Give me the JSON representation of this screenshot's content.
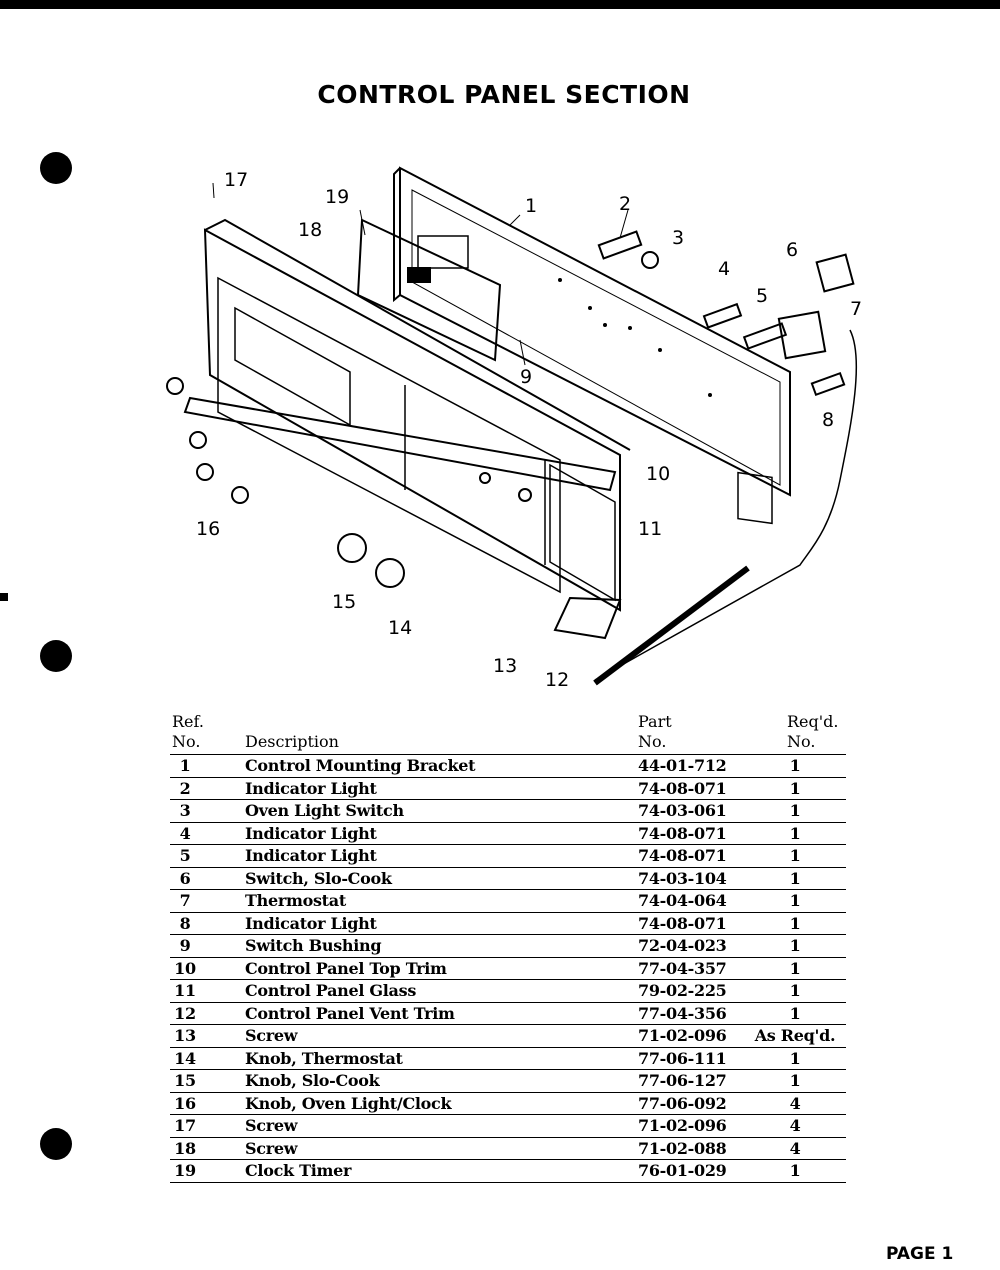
{
  "title": "CONTROL PANEL SECTION",
  "callouts": [
    "1",
    "2",
    "3",
    "4",
    "5",
    "6",
    "7",
    "8",
    "9",
    "10",
    "11",
    "12",
    "13",
    "14",
    "15",
    "16",
    "17",
    "18",
    "19"
  ],
  "table": {
    "headers": {
      "ref_line1": "Ref.",
      "ref_line2": "No.",
      "description": "Description",
      "part_line1": "Part",
      "part_line2": "No.",
      "qty_line1": "Req'd.",
      "qty_line2": "No."
    },
    "rows": [
      {
        "ref": "1",
        "description": "Control Mounting Bracket",
        "part": "44-01-712",
        "qty": "1"
      },
      {
        "ref": "2",
        "description": "Indicator Light",
        "part": "74-08-071",
        "qty": "1"
      },
      {
        "ref": "3",
        "description": "Oven Light Switch",
        "part": "74-03-061",
        "qty": "1"
      },
      {
        "ref": "4",
        "description": "Indicator Light",
        "part": "74-08-071",
        "qty": "1"
      },
      {
        "ref": "5",
        "description": "Indicator Light",
        "part": "74-08-071",
        "qty": "1"
      },
      {
        "ref": "6",
        "description": "Switch, Slo-Cook",
        "part": "74-03-104",
        "qty": "1"
      },
      {
        "ref": "7",
        "description": "Thermostat",
        "part": "74-04-064",
        "qty": "1"
      },
      {
        "ref": "8",
        "description": "Indicator Light",
        "part": "74-08-071",
        "qty": "1"
      },
      {
        "ref": "9",
        "description": "Switch Bushing",
        "part": "72-04-023",
        "qty": "1"
      },
      {
        "ref": "10",
        "description": "Control Panel Top Trim",
        "part": "77-04-357",
        "qty": "1"
      },
      {
        "ref": "11",
        "description": "Control Panel Glass",
        "part": "79-02-225",
        "qty": "1"
      },
      {
        "ref": "12",
        "description": "Control Panel Vent Trim",
        "part": "77-04-356",
        "qty": "1"
      },
      {
        "ref": "13",
        "description": "Screw",
        "part": "71-02-096",
        "qty": "As Req'd."
      },
      {
        "ref": "14",
        "description": "Knob, Thermostat",
        "part": "77-06-111",
        "qty": "1"
      },
      {
        "ref": "15",
        "description": "Knob, Slo-Cook",
        "part": "77-06-127",
        "qty": "1"
      },
      {
        "ref": "16",
        "description": "Knob, Oven Light/Clock",
        "part": "77-06-092",
        "qty": "4"
      },
      {
        "ref": "17",
        "description": "Screw",
        "part": "71-02-096",
        "qty": "4"
      },
      {
        "ref": "18",
        "description": "Screw",
        "part": "71-02-088",
        "qty": "4"
      },
      {
        "ref": "19",
        "description": "Clock Timer",
        "part": "76-01-029",
        "qty": "1"
      }
    ]
  },
  "page_label": "PAGE 1"
}
